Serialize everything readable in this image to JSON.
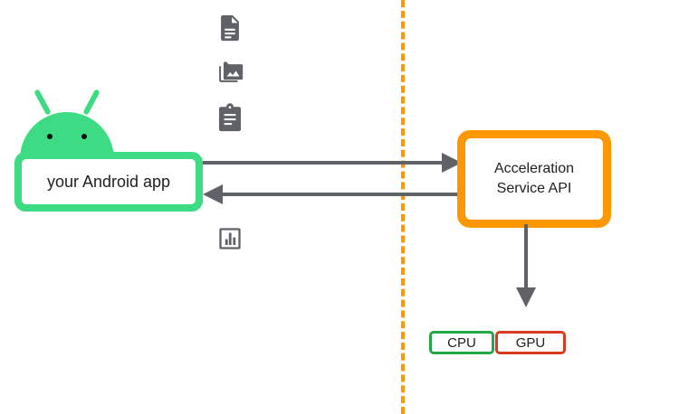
{
  "diagram": {
    "title": "Acceleration Service API architecture",
    "colors": {
      "android_green": "#3DDC84",
      "accel_orange": "#FF9800",
      "cpu_green": "#22A844",
      "gpu_red": "#D93B21",
      "arrow_gray": "#5F6368",
      "icon_gray": "#5F6368",
      "background": "#FFFFFF",
      "text": "#202124"
    },
    "client": {
      "robot_name": "android-robot-logo",
      "app_label": "your Android app"
    },
    "assets": [
      {
        "name": "document-icon",
        "label": "document"
      },
      {
        "name": "photo-library-icon",
        "label": "images"
      },
      {
        "name": "clipboard-icon",
        "label": "clipboard"
      },
      {
        "name": "bar-chart-icon",
        "label": "chart"
      }
    ],
    "boundary": {
      "name": "device-boundary-dashed-line",
      "style": "dashed",
      "color": "#FF9800"
    },
    "service": {
      "label_line1": "Acceleration",
      "label_line2": "Service API"
    },
    "arrows": [
      {
        "name": "request-arrow",
        "direction": "right",
        "label": ""
      },
      {
        "name": "response-arrow",
        "direction": "left",
        "label": ""
      },
      {
        "name": "dispatch-arrow",
        "direction": "down",
        "label": ""
      }
    ],
    "backends": [
      {
        "name": "cpu-chip",
        "label": "CPU",
        "border_color": "#22A844"
      },
      {
        "name": "gpu-chip",
        "label": "GPU",
        "border_color": "#D93B21"
      }
    ]
  }
}
